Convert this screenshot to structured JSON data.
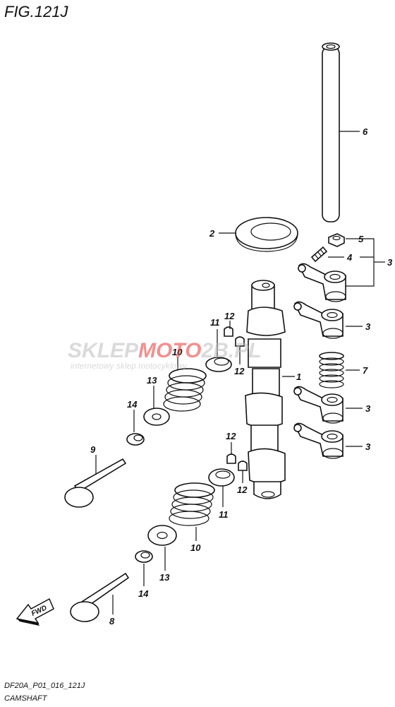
{
  "figure": {
    "title": "FIG.121J",
    "code": "DF20A_P01_016_121J",
    "caption": "CAMSHAFT"
  },
  "watermark": {
    "brand_part1": "SKLEP",
    "brand_part2": "MOTO",
    "brand_part3": "2B.PL",
    "tagline": "internetowy sklep motocyklowy"
  },
  "fwd_label": "FWD",
  "callouts": {
    "c1": "1",
    "c2": "2",
    "c3a": "3",
    "c3b": "3",
    "c3c": "3",
    "c3d": "3",
    "c4": "4",
    "c5": "5",
    "c6": "6",
    "c7": "7",
    "c8": "8",
    "c9": "9",
    "c10a": "10",
    "c10b": "10",
    "c11a": "11",
    "c11b": "11",
    "c12a": "12",
    "c12b": "12",
    "c12c": "12",
    "c12d": "12",
    "c13a": "13",
    "c13b": "13",
    "c14a": "14",
    "c14b": "14"
  },
  "colors": {
    "watermark_red": "#e53935",
    "watermark_gray": "#bdbdbd",
    "line": "#111111"
  }
}
